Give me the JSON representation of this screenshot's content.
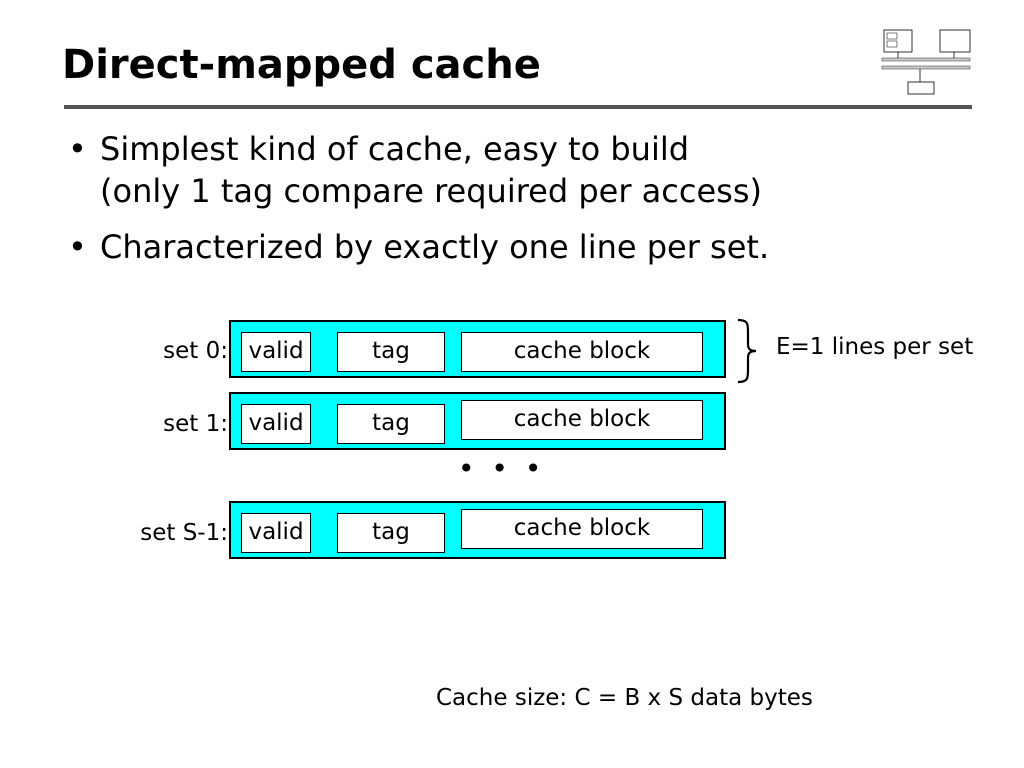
{
  "slide": {
    "title": "Direct-mapped cache",
    "bullets": [
      {
        "line1": "Simplest kind of cache, easy to build",
        "line2": "(only 1 tag compare required per access)"
      },
      {
        "line1": "Characterized by exactly one line per set.",
        "line2": ""
      }
    ],
    "bullet_symbol": "•"
  },
  "diagram": {
    "sets": [
      {
        "label": "set 0:",
        "valid": "valid",
        "tag": "tag",
        "block": "cache block"
      },
      {
        "label": "set 1:",
        "valid": "valid",
        "tag": "tag",
        "block": "cache block"
      },
      {
        "label": "set S-1:",
        "valid": "valid",
        "tag": "tag",
        "block": "cache block"
      }
    ],
    "ellipsis": "• • •",
    "lines_per_set": "E=1  lines per set",
    "cache_size": "Cache size:  C = B x S data bytes",
    "row_color": "#00ffff"
  },
  "logo": {
    "icon": "system-diagram-icon"
  }
}
